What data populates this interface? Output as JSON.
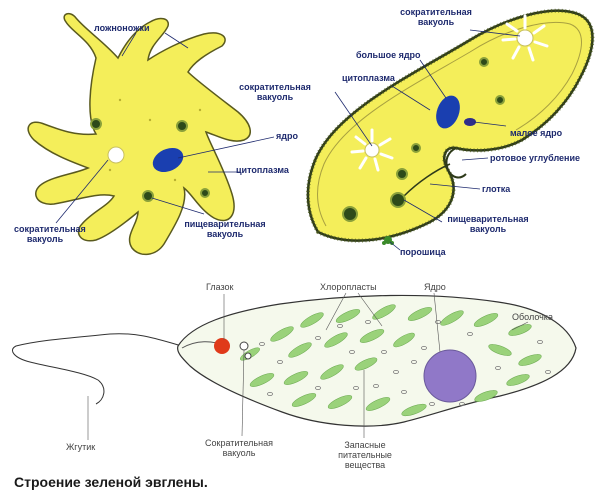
{
  "amoeba": {
    "pseudopods": "ложноножки",
    "contractile_vacuole": "сократительная вакуоль",
    "nucleus": "ядро",
    "cytoplasm": "цитоплазма",
    "digestive_vacuole": "пищеварительная вакуоль"
  },
  "paramecium": {
    "contractile_vacuole_top": "сократительная вакуоль",
    "macronucleus": "большое ядро",
    "cytoplasm": "цитоплазма",
    "contractile_vacuole": "сократительная вакуоль",
    "micronucleus": "малое ядро",
    "oral_groove": "ротовое углубление",
    "pharynx": "глотка",
    "digestive_vacuole": "пищеварительная вакуоль",
    "pore": "порошица"
  },
  "euglena": {
    "eyespot": "Глазок",
    "chloroplasts": "Хлоропласты",
    "nucleus": "Ядро",
    "membrane": "Оболочка",
    "flagellum": "Жгутик",
    "contractile_vacuole": "Сократительная вакуоль",
    "reserve_nutrients": "Запасные питательные вещества"
  },
  "caption": "Строение зеленой эвглены.",
  "colors": {
    "cell_fill": "#f4ee5a",
    "cell_outline": "#5a5a1e",
    "nucleus": "#1a3fb0",
    "euglena_nucleus": "#9078c8",
    "chloroplast": "#9ad27a",
    "eyespot": "#e03a1a",
    "label_blue": "#1e2a6e"
  }
}
